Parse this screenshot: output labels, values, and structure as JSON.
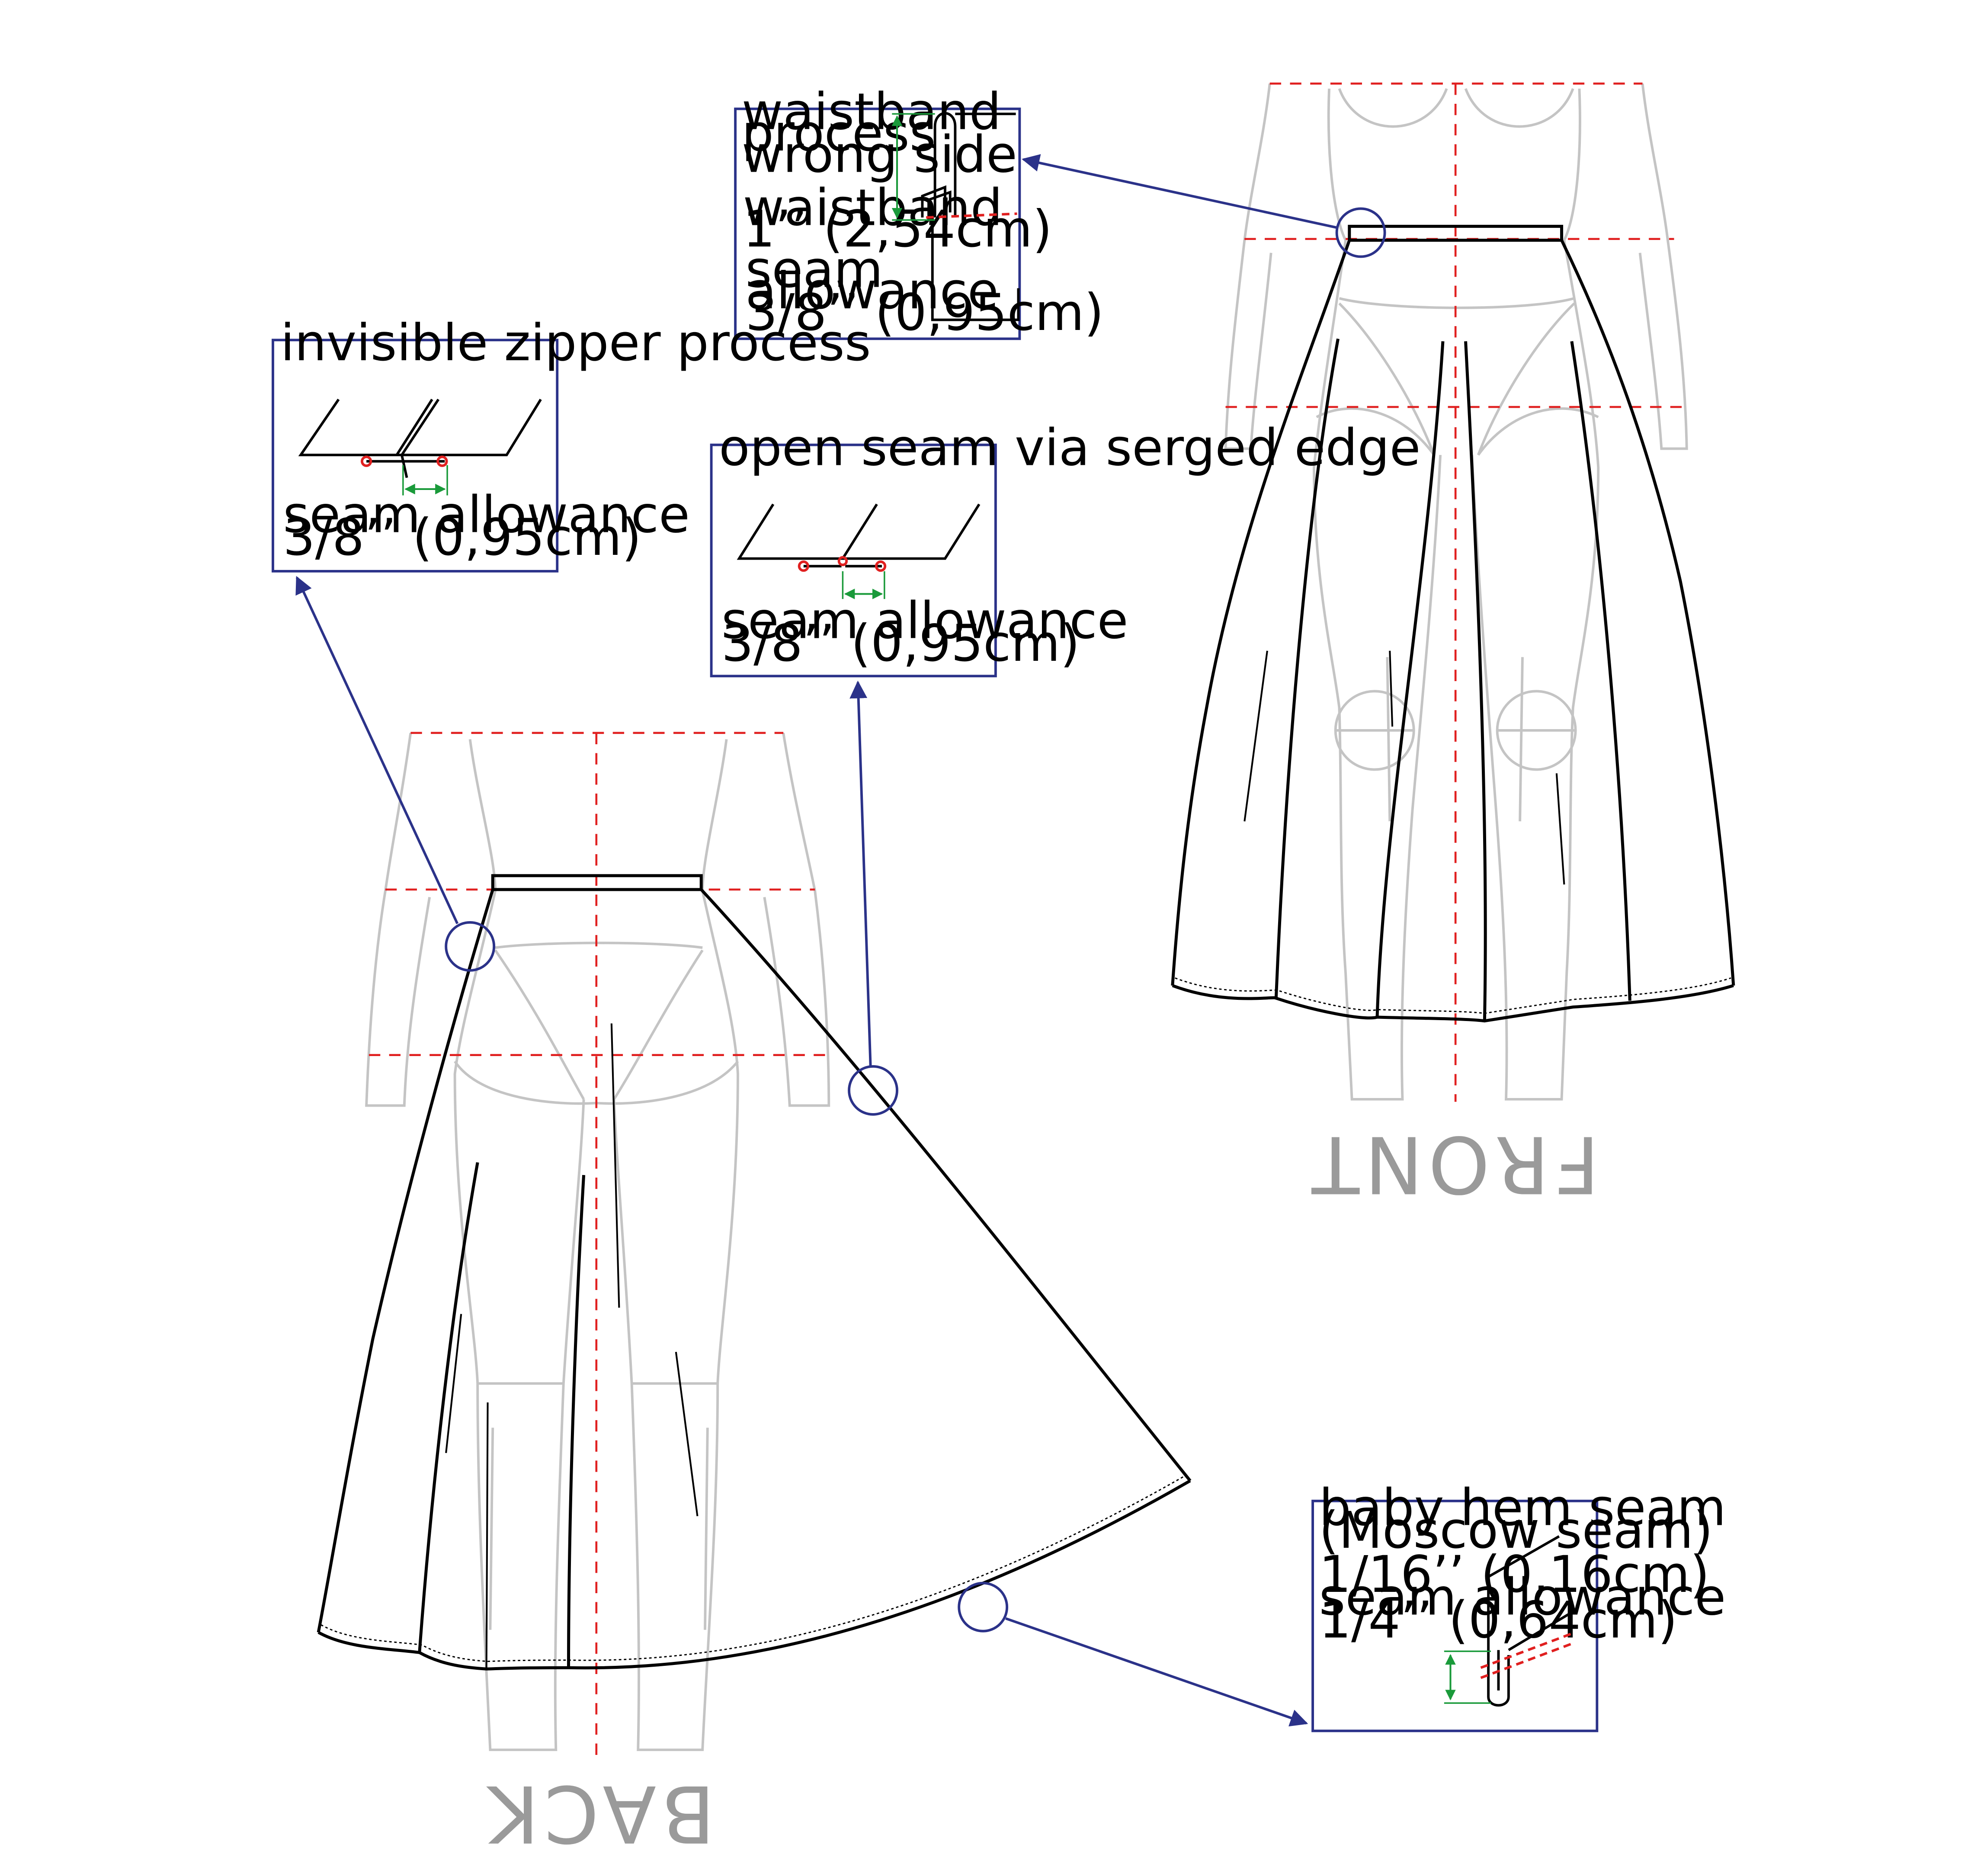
{
  "views": {
    "front": "FRONT",
    "back": "BACK"
  },
  "callouts": {
    "waistband": {
      "line1": "waistband",
      "line2": "process",
      "line3": "wrong side",
      "band_label": "waistband",
      "band_measure": "1’’ (2,54cm)",
      "sa_label_1": "seam",
      "sa_label_2": "allowance",
      "sa_measure": "3/8’’ (0,95cm)"
    },
    "zipper": {
      "title": "invisible zipper process",
      "sa_label": "seam allowance",
      "sa_measure": "3/8’’ (0,95cm)"
    },
    "open_seam": {
      "title": "open seam via serged edge",
      "sa_label": "seam allowance",
      "sa_measure": "3/8’’ (0,95cm)"
    },
    "baby_hem": {
      "title_1": "baby hem seam",
      "title_2": "(Moscow seam)",
      "hem_measure": "1/16’’ (0,16cm)",
      "sa_label": "seam allowance",
      "sa_measure": "1/4’’ (0,64cm)"
    }
  },
  "colors": {
    "figure": "#c4c4c4",
    "garment": "#000000",
    "guide": "#e02020",
    "callout": "#2b3289",
    "measure": "#1a9a3a"
  }
}
